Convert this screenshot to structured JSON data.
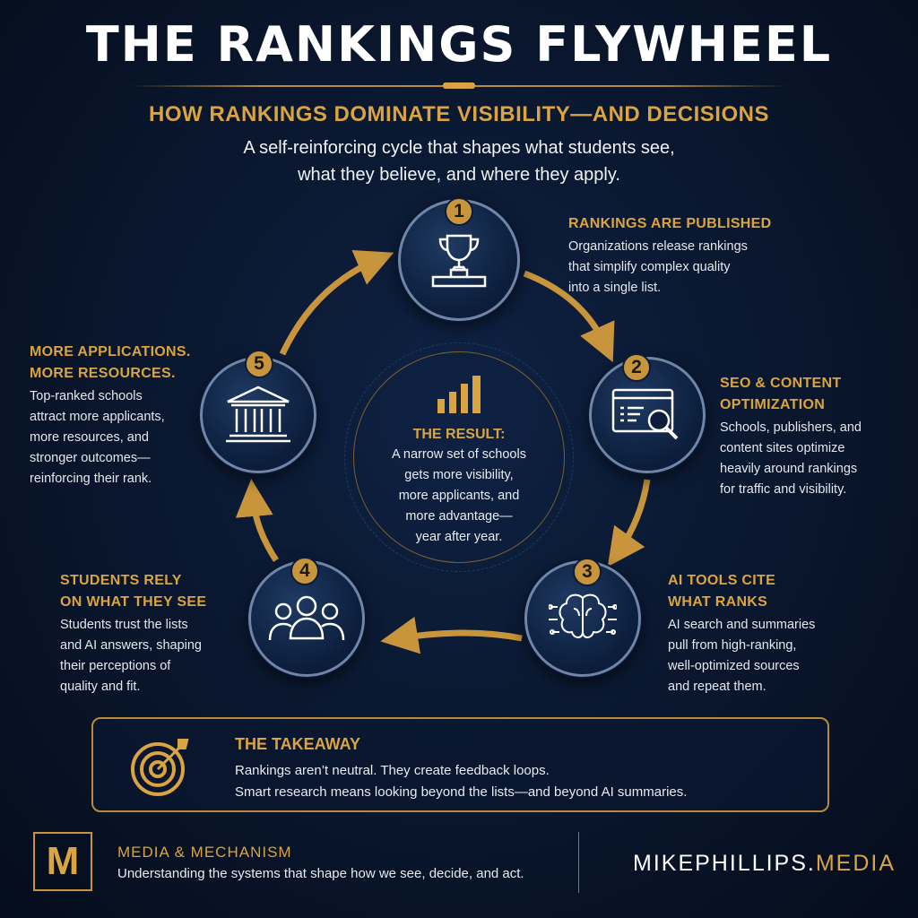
{
  "header": {
    "title": "THE RANKINGS FLYWHEEL",
    "subtitle": "HOW RANKINGS DOMINATE VISIBILITY—AND DECISIONS",
    "description_lines": [
      "A self-reinforcing cycle that shapes what students see,",
      "what they believe, and where they apply."
    ]
  },
  "steps": [
    {
      "number": "1",
      "icon": "trophy-icon",
      "title_lines": [
        "RANKINGS ARE PUBLISHED"
      ],
      "body_lines": [
        "Organizations release rankings",
        "that simplify complex quality",
        "into a single list."
      ]
    },
    {
      "number": "2",
      "icon": "browser-search-icon",
      "title_lines": [
        "SEO & CONTENT",
        "OPTIMIZATION"
      ],
      "body_lines": [
        "Schools, publishers, and",
        "content sites optimize",
        "heavily around rankings",
        "for traffic and visibility."
      ]
    },
    {
      "number": "3",
      "icon": "ai-brain-icon",
      "title_lines": [
        "AI TOOLS CITE",
        "WHAT RANKS"
      ],
      "body_lines": [
        "AI search and summaries",
        "pull from high-ranking,",
        "well-optimized sources",
        "and repeat them."
      ]
    },
    {
      "number": "4",
      "icon": "people-icon",
      "title_lines": [
        "STUDENTS RELY",
        "ON WHAT THEY SEE"
      ],
      "body_lines": [
        "Students trust the lists",
        "and AI answers, shaping",
        "their perceptions of",
        "quality and fit."
      ]
    },
    {
      "number": "5",
      "icon": "institution-icon",
      "title_lines": [
        "MORE APPLICATIONS.",
        "MORE RESOURCES."
      ],
      "body_lines": [
        "Top-ranked schools",
        "attract more applicants,",
        "more resources, and",
        "stronger outcomes—",
        "reinforcing their rank."
      ]
    }
  ],
  "result": {
    "icon": "bar-chart-icon",
    "title": "THE RESULT:",
    "body_lines": [
      "A narrow set of schools",
      "gets more visibility,",
      "more applicants, and",
      "more advantage—",
      "year after year."
    ]
  },
  "takeaway": {
    "icon": "target-icon",
    "title": "THE TAKEAWAY",
    "lines": [
      "Rankings aren’t neutral. They create feedback loops.",
      "Smart research means looking beyond the lists—and beyond AI summaries."
    ]
  },
  "footer": {
    "logo_letter": "M",
    "brand": "MEDIA & MECHANISM",
    "tagline": "Understanding the systems that shape how we see, decide, and act.",
    "site_main": "MIKEPHILLIPS.",
    "site_accent": "MEDIA"
  },
  "colors": {
    "gold": "#d9a441",
    "background": "#0a1830"
  }
}
